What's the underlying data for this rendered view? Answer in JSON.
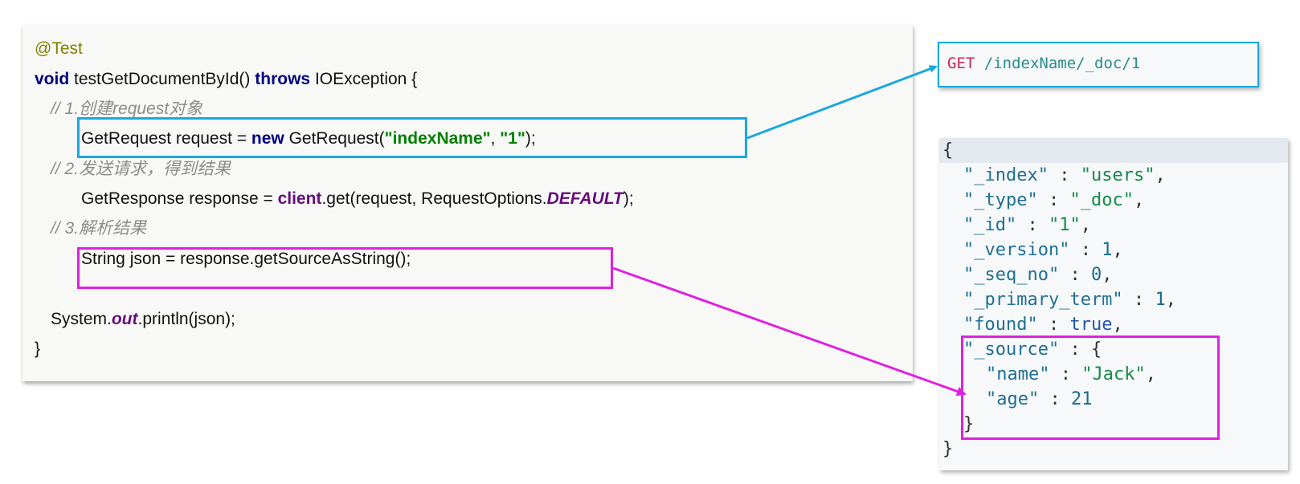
{
  "code": {
    "annotation": "@Test",
    "signature": {
      "kw_void": "void",
      "method": " testGetDocumentById() ",
      "kw_throws": "throws",
      "rest": " IOException {"
    },
    "comment1": "// 1.创建request对象",
    "line_request": {
      "p1": "GetRequest request = ",
      "kw_new": "new",
      "p2": " GetRequest(",
      "s1": "\"indexName\"",
      "p3": ", ",
      "s2": "\"1\"",
      "p4": ");"
    },
    "comment2": "// 2.发送请求，得到结果",
    "line_response": {
      "p1": "GetResponse response = ",
      "client": "client",
      "p2": ".get(request, RequestOptions.",
      "default": "DEFAULT",
      "p3": ");"
    },
    "comment3": "// 3.解析结果",
    "line_json": "String json = response.getSourceAsString();",
    "line_print": {
      "p1": "System.",
      "out": "out",
      "p2": ".println(json);"
    },
    "closing": "}"
  },
  "get_request": {
    "method": "GET",
    "path": " /indexName/_doc/1"
  },
  "json_response": {
    "open": "{",
    "index_key": "\"_index\"",
    "index_val": "\"users\"",
    "type_key": "\"_type\"",
    "type_val": "\"_doc\"",
    "id_key": "\"_id\"",
    "id_val": "\"1\"",
    "version_key": "\"_version\"",
    "version_val": "1",
    "seq_key": "\"_seq_no\"",
    "seq_val": "0",
    "term_key": "\"_primary_term\"",
    "term_val": "1",
    "found_key": "\"found\"",
    "found_val": "true",
    "source_key": "\"_source\"",
    "name_key": "\"name\"",
    "name_val": "\"Jack\"",
    "age_key": "\"age\"",
    "age_val": "21",
    "source_close": "}",
    "close": "}"
  },
  "colors": {
    "blue_highlight": "#1aa7e0",
    "pink_highlight": "#e020e0"
  }
}
